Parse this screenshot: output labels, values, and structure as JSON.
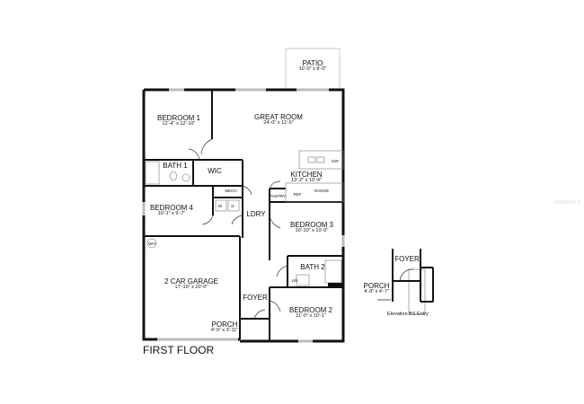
{
  "plan_title": "FIRST FLOOR",
  "watermark": "StellarMLS",
  "rooms": [
    {
      "name": "PATIO",
      "dims": "10'-0\" x 8'-0\""
    },
    {
      "name": "BEDROOM 1",
      "dims": "12'-4\" x 12'-10\""
    },
    {
      "name": "GREAT ROOM",
      "dims": "24'-0\" x 11'-5\""
    },
    {
      "name": "BATH 1",
      "dims": ""
    },
    {
      "name": "WIC",
      "dims": ""
    },
    {
      "name": "KITCHEN",
      "dims": "13'-2\" x 10'-4\""
    },
    {
      "name": "BEDROOM 4",
      "dims": "10'-1\" x 9'-7\""
    },
    {
      "name": "LDRY",
      "dims": ""
    },
    {
      "name": "BEDROOM 3",
      "dims": "10'-10\" x 10'-0\""
    },
    {
      "name": "2 CAR GARAGE",
      "dims": "17'-10\" x 20'-0\""
    },
    {
      "name": "BATH 2",
      "dims": ""
    },
    {
      "name": "FOYER",
      "dims": ""
    },
    {
      "name": "BEDROOM 2",
      "dims": "11'-0\" x 10'-1\""
    },
    {
      "name": "PORCH",
      "dims": "4'-9\" x 3'-11\""
    }
  ],
  "fixtures": {
    "mech": "MECH",
    "pantry": "PANTRY",
    "ref": "REF",
    "range": "RANGE",
    "dw": "DW",
    "washer": "W",
    "dryer": "D",
    "wh": "WH",
    "linen": "LIN"
  },
  "alt_elevation": {
    "foyer": "FOYER",
    "porch": "PORCH",
    "porch_dims": "4'-9\" x 4'-7\"",
    "caption": "Elevation BS Entry"
  }
}
